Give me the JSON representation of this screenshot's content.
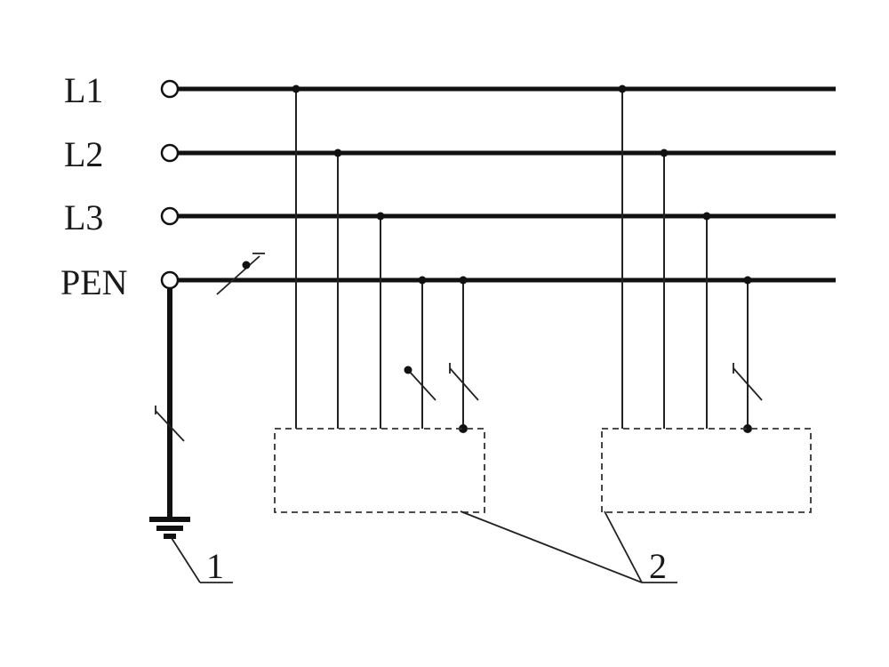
{
  "diagram": {
    "buses": [
      {
        "id": "L1",
        "label": "L1"
      },
      {
        "id": "L2",
        "label": "L2"
      },
      {
        "id": "L3",
        "label": "L3"
      },
      {
        "id": "PEN",
        "label": "PEN"
      }
    ],
    "callouts": [
      {
        "id": "1",
        "label": "1"
      },
      {
        "id": "2",
        "label": "2"
      }
    ]
  }
}
